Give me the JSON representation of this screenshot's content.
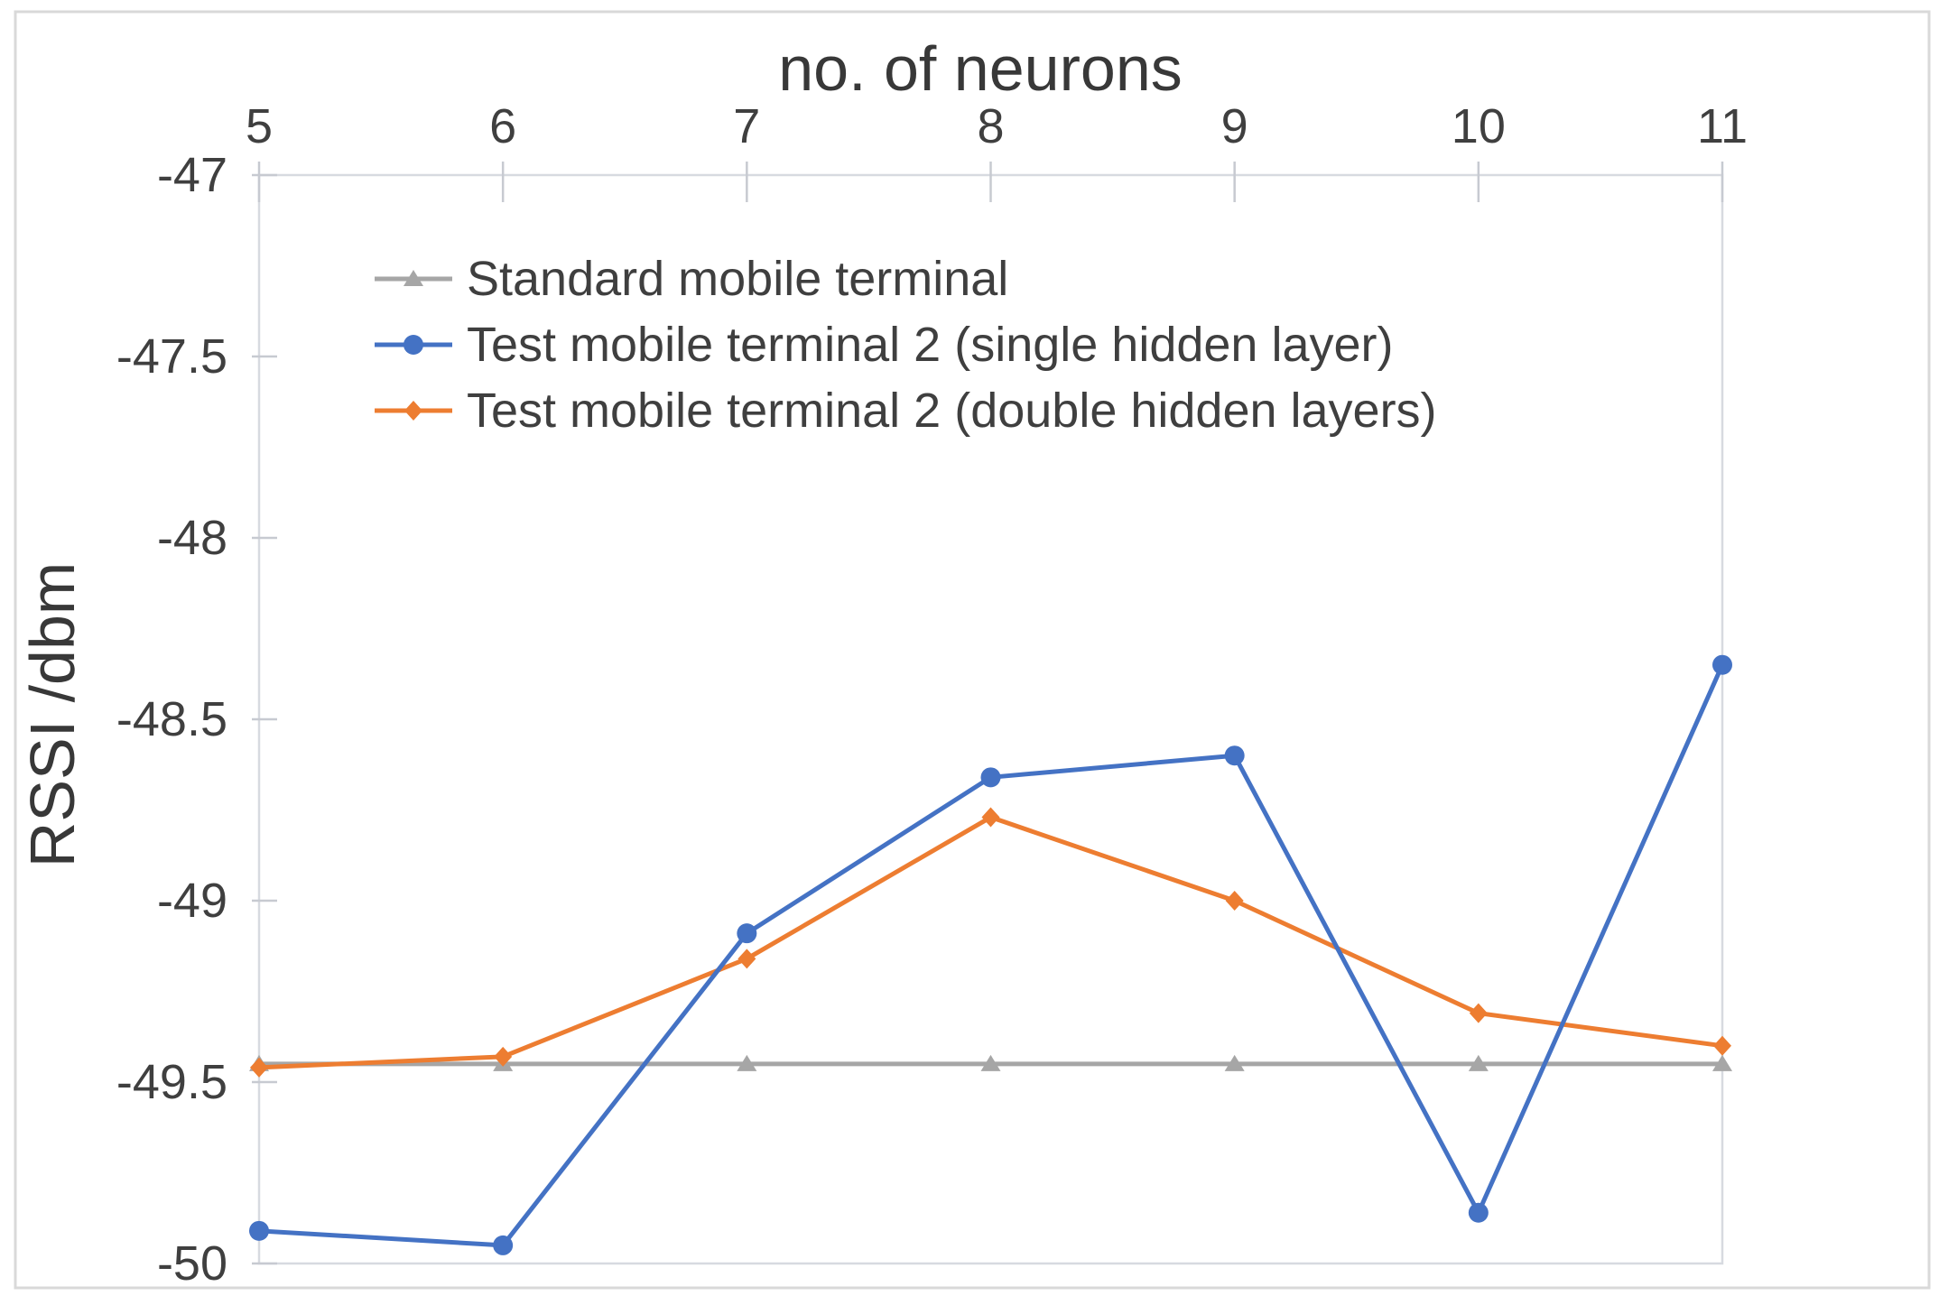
{
  "chart_data": {
    "type": "line",
    "title": "",
    "xlabel": "no. of neurons",
    "ylabel": "RSSI /dbm",
    "x_axis_position": "top",
    "categories": [
      5,
      6,
      7,
      8,
      9,
      10,
      11
    ],
    "x_tick_labels": [
      "5",
      "6",
      "7",
      "8",
      "9",
      "10",
      "11"
    ],
    "y_ticks": [
      -47,
      -47.5,
      -48,
      -48.5,
      -49,
      -49.5,
      -50
    ],
    "y_tick_labels": [
      "-47",
      "-47.5",
      "-48",
      "-48.5",
      "-49",
      "-49.5",
      "-50"
    ],
    "ylim": [
      -50,
      -47
    ],
    "grid": false,
    "legend_position": "top-left-inside",
    "series": [
      {
        "name": "Standard mobile terminal",
        "color": "#a6a6a6",
        "marker": "triangle",
        "values": [
          -49.45,
          -49.45,
          -49.45,
          -49.45,
          -49.45,
          -49.45,
          -49.45
        ]
      },
      {
        "name": "Test mobile terminal 2 (single hidden layer)",
        "color": "#4472c4",
        "marker": "circle",
        "values": [
          -49.91,
          -49.95,
          -49.09,
          -48.66,
          -48.6,
          -49.86,
          -48.35
        ]
      },
      {
        "name": "Test mobile terminal 2 (double hidden layers)",
        "color": "#ed7d31",
        "marker": "diamond",
        "values": [
          -49.46,
          -49.43,
          -49.16,
          -48.77,
          -49.0,
          -49.31,
          -49.4
        ]
      }
    ],
    "colors": {
      "text": "#3f3f3f",
      "plot_frame": "#d7dae0",
      "tick_mark": "#c7cad1",
      "figure_border": "#d9d9d9",
      "background": "#ffffff"
    }
  }
}
